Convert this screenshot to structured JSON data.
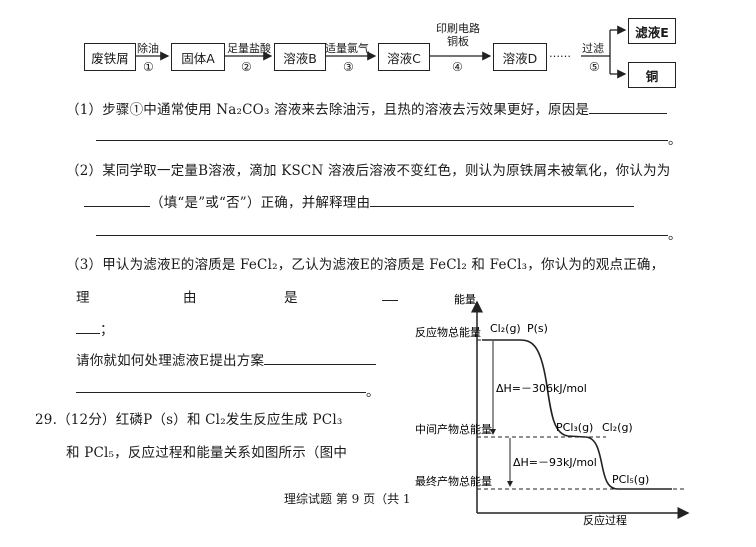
{
  "flow": {
    "boxes": [
      "废铁屑",
      "固体A",
      "溶液B",
      "溶液C",
      "溶液D",
      "滤液E",
      "铜"
    ],
    "arrow_labels": [
      "除油",
      "足量盐酸",
      "适量氯气",
      "印刷电路铜板",
      "过滤"
    ],
    "step_numbers": [
      "①",
      "②",
      "③",
      "④",
      "⑤"
    ],
    "dots": "……"
  },
  "q1": {
    "text": "（1）步骤①中通常使用 Na₂CO₃ 溶液来去除油污，且热的溶液去污效果更好，原因是",
    "end": "。"
  },
  "q2": {
    "line1": "（2）某同学取一定量B溶液，滴加 KSCN 溶液后溶液不变红色，则认为原铁屑未被氧化，你认为为",
    "line2_mid": "（填“是”或“否”）正确，并解释理由",
    "end": "。"
  },
  "q3": {
    "line1": "（3）甲认为滤液E的溶质是 FeCl₂，乙认为滤液E的溶质是 FeCl₂ 和 FeCl₃，你认为的观点正确，",
    "reason_chars": [
      "理",
      "由",
      "是"
    ],
    "semicolon": "；",
    "plan": "请你就如何处理滤液E提出方案",
    "end": "。"
  },
  "q29": {
    "line1": "29.（12分）红磷P（s）和 Cl₂发生反应生成 PCl₃",
    "line2": "和 PCl₅，反应过程和能量关系如图所示（图中"
  },
  "footer": "理综试题 第 9 页（共 1",
  "diagram": {
    "y_axis_label": "能量",
    "x_axis_label": "反应过程",
    "levels": [
      "反应物总能量",
      "中间产物总能量",
      "最终产物总能量"
    ],
    "species_top": [
      "Cl₂(g)",
      "P(s)"
    ],
    "species_mid": [
      "PCl₃(g)",
      "Cl₂(g)"
    ],
    "species_bottom": "PCl₅(g)",
    "dh1": "ΔH=－306kJ/mol",
    "dh2": "ΔH=－93kJ/mol"
  }
}
